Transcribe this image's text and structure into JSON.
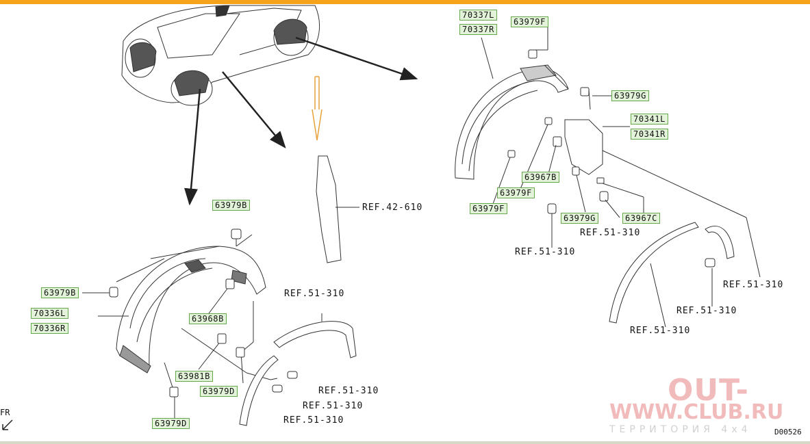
{
  "parts": {
    "p70337L": "70337L",
    "p70337R": "70337R",
    "p63979F_top": "63979F",
    "p63979G_right": "63979G",
    "p70341L": "70341L",
    "p70341R": "70341R",
    "p63967B": "63967B",
    "p63979F_mid": "63979F",
    "p63979F_low": "63979F",
    "p63979G_bot": "63979G",
    "p63967C": "63967C",
    "p63979B_top": "63979B",
    "p63979B_left": "63979B",
    "p70336L": "70336L",
    "p70336R": "70336R",
    "p63968B": "63968B",
    "p63981B": "63981B",
    "p63979D_a": "63979D",
    "p63979D_b": "63979D"
  },
  "refs": {
    "r42_610": "REF.42-610",
    "r_a": "REF.51-310",
    "r_b": "REF.51-310",
    "r_c": "REF.51-310",
    "r_d": "REF.51-310",
    "r_e": "REF.51-310",
    "r_f": "REF.51-310",
    "r_g": "REF.51-310",
    "r_h": "REF.51-310",
    "r_i": "REF.51-310"
  },
  "orientation_label": "FR",
  "diagram_code": "D00526",
  "watermark": {
    "line1": "OUT-",
    "line2": "WWW.CLUB.RU",
    "line3": "ТЕРРИТОРИЯ 4x4"
  },
  "colors": {
    "top_bar": "#f7a21b",
    "label_fill": "#e3f3d9",
    "label_border": "#66a64c",
    "watermark": "#e26969",
    "arrow_orange": "#e8a13a"
  }
}
